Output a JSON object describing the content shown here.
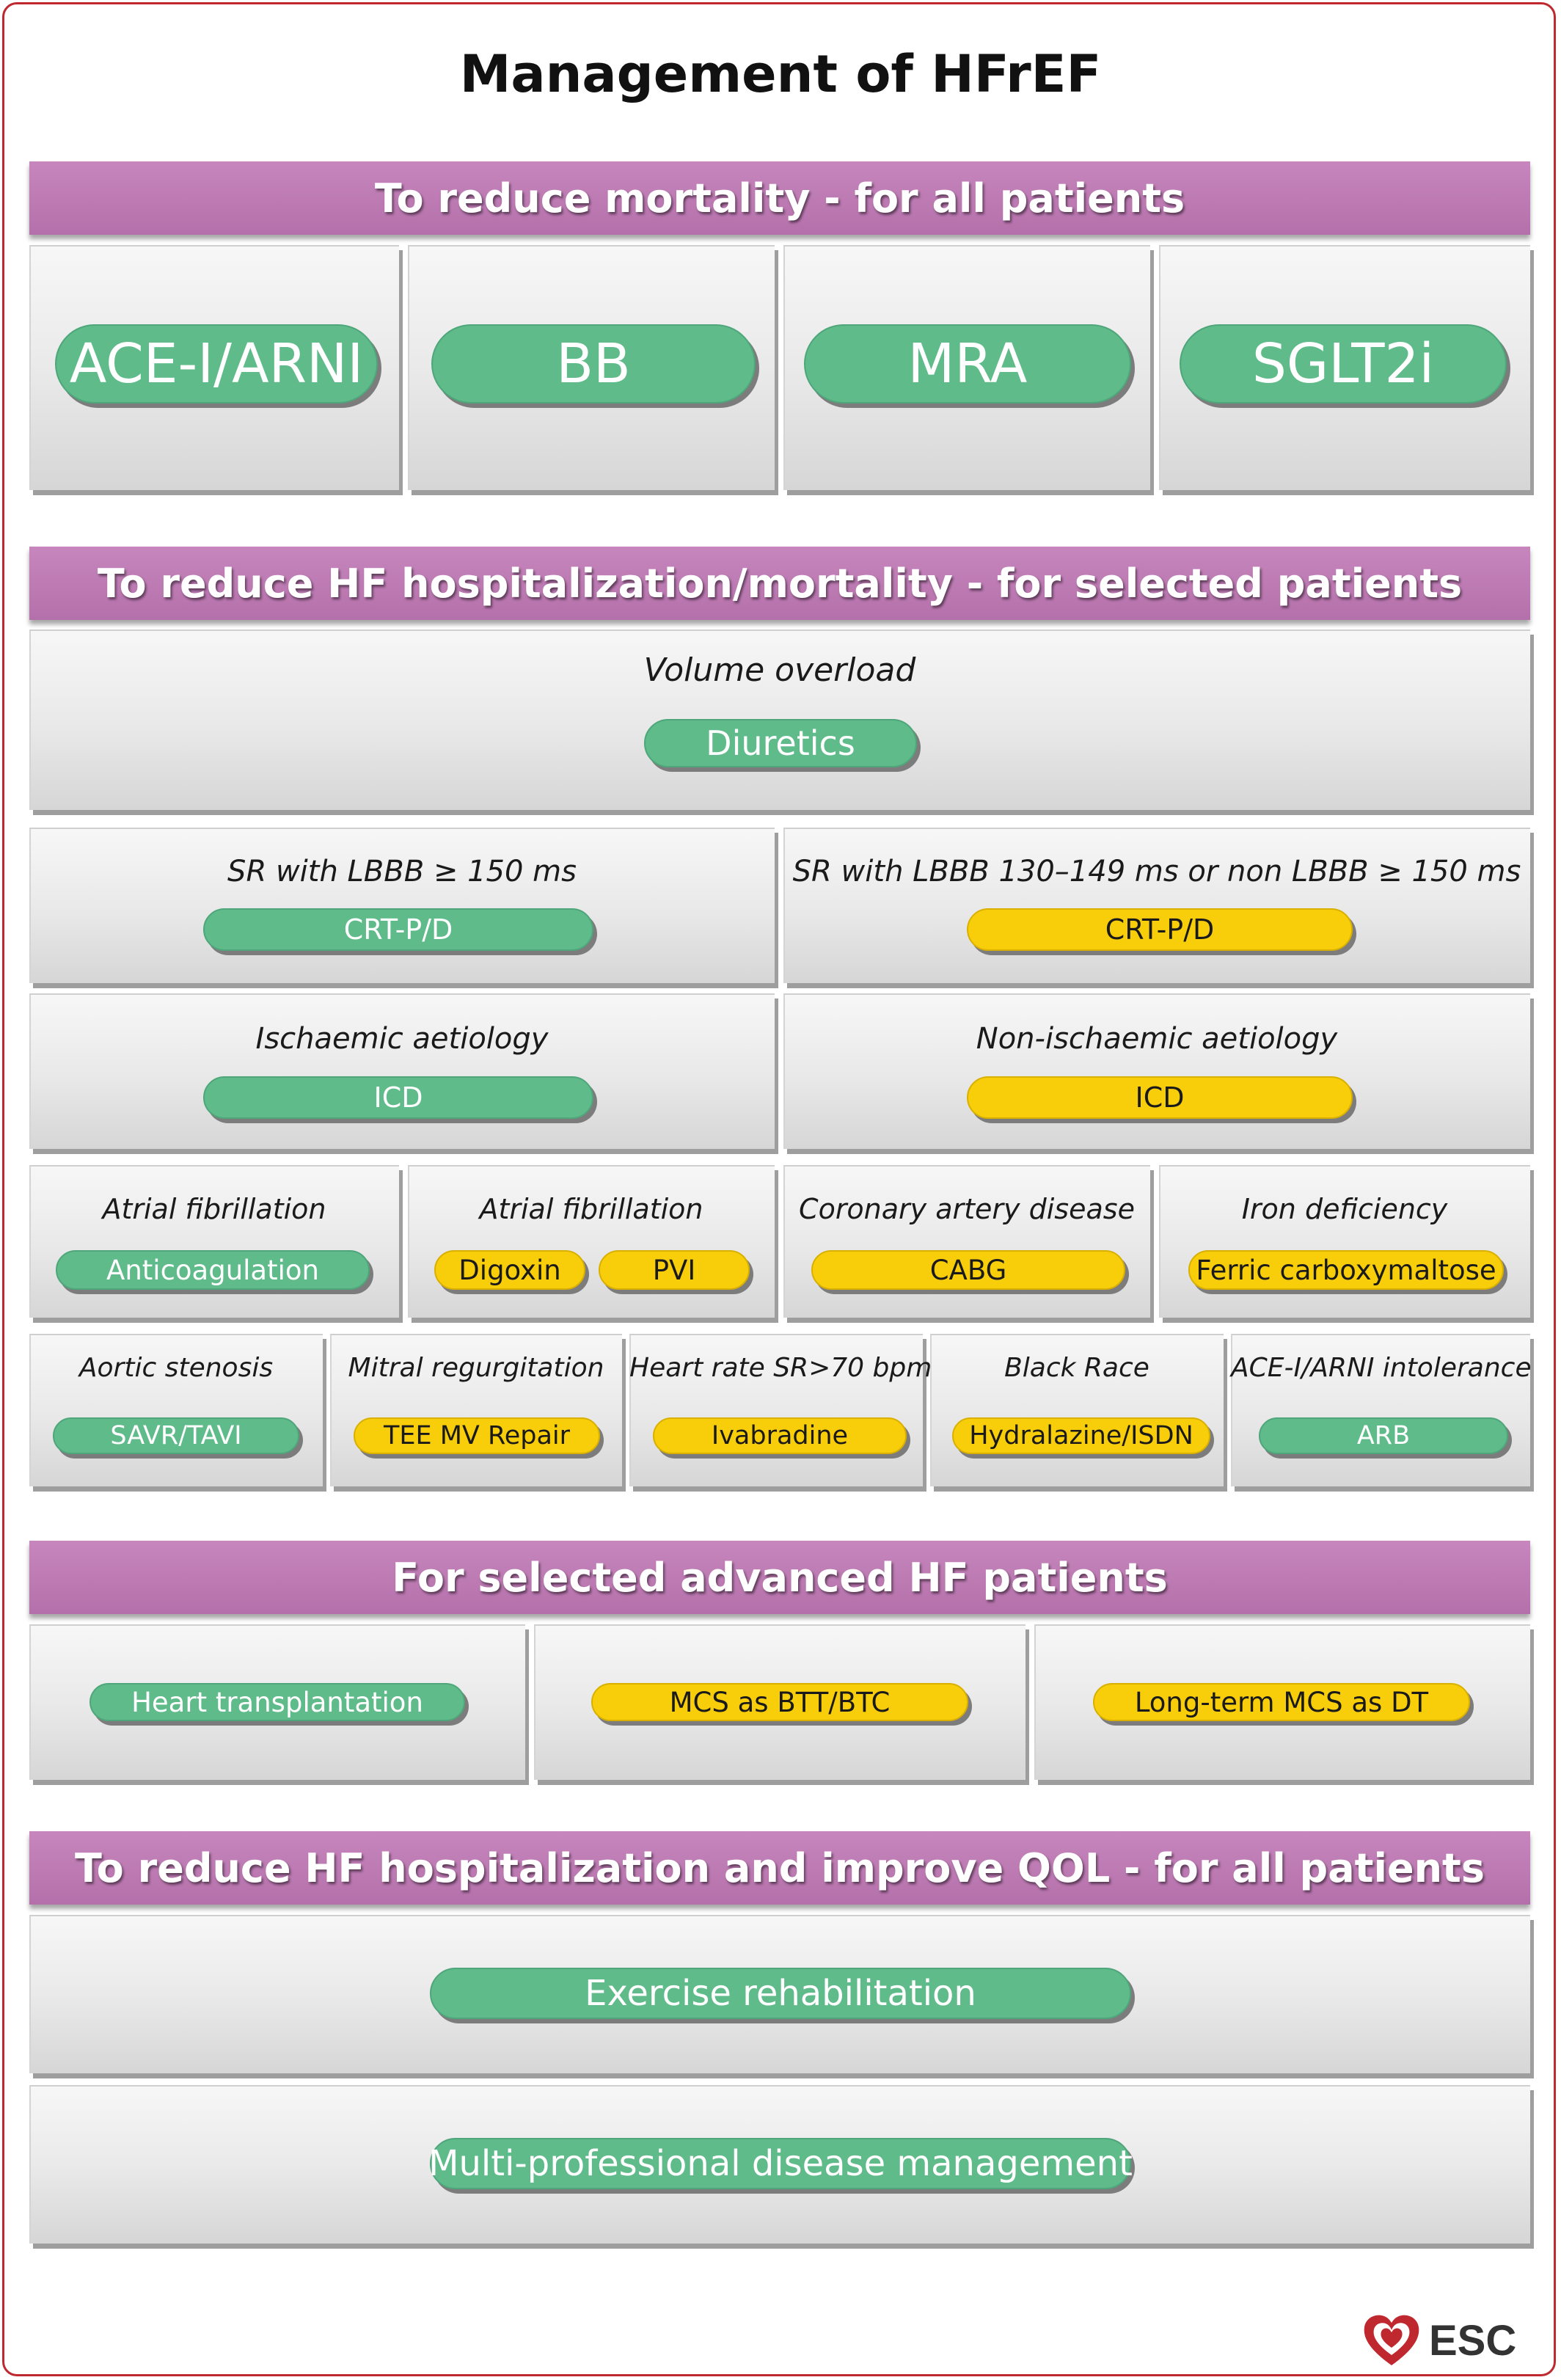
{
  "title": "Management of HFrEF",
  "sections": {
    "mortality_all": {
      "header": "To reduce mortality - for all patients",
      "drugs": [
        "ACE-I/ARNI",
        "BB",
        "MRA",
        "SGLT2i"
      ]
    },
    "selected": {
      "header": "To reduce HF hospitalization/mortality - for selected patients",
      "volume": {
        "label": "Volume overload",
        "pill": "Diuretics"
      },
      "crt1": {
        "label": "SR with LBBB ≥ 150 ms",
        "pill": "CRT-P/D"
      },
      "crt2": {
        "label": "SR with LBBB 130–149 ms or non LBBB ≥ 150 ms",
        "pill": "CRT-P/D"
      },
      "icd1": {
        "label": "Ischaemic aetiology",
        "pill": "ICD"
      },
      "icd2": {
        "label": "Non-ischaemic aetiology",
        "pill": "ICD"
      },
      "af1": {
        "label": "Atrial fibrillation",
        "pill": "Anticoagulation"
      },
      "af2": {
        "label": "Atrial fibrillation",
        "pill1": "Digoxin",
        "pill2": "PVI"
      },
      "cad": {
        "label": "Coronary artery disease",
        "pill": "CABG"
      },
      "iron": {
        "label": "Iron deficiency",
        "pill": "Ferric carboxymaltose"
      },
      "as": {
        "label": "Aortic stenosis",
        "pill": "SAVR/TAVI"
      },
      "mr": {
        "label": "Mitral regurgitation",
        "pill": "TEE MV Repair"
      },
      "hr": {
        "label": "Heart rate SR>70 bpm",
        "pill": "Ivabradine"
      },
      "black": {
        "label": "Black Race",
        "pill": "Hydralazine/ISDN"
      },
      "arb": {
        "label": "ACE-I/ARNI intolerance",
        "pill": "ARB"
      }
    },
    "advanced": {
      "header": "For selected advanced HF patients",
      "items": [
        "Heart transplantation",
        "MCS as BTT/BTC",
        "Long-term MCS as DT"
      ]
    },
    "qol": {
      "header": "To reduce HF hospitalization and improve QOL - for all patients",
      "items": [
        "Exercise rehabilitation",
        "Multi-professional disease management"
      ]
    }
  },
  "logo": {
    "text": "ESC"
  },
  "colors": {
    "banner": "#bd7cb3",
    "class_I_green": "#5fbb8a",
    "class_IIa_yellow": "#f8cd0a",
    "frame_red": "#c0282f"
  }
}
